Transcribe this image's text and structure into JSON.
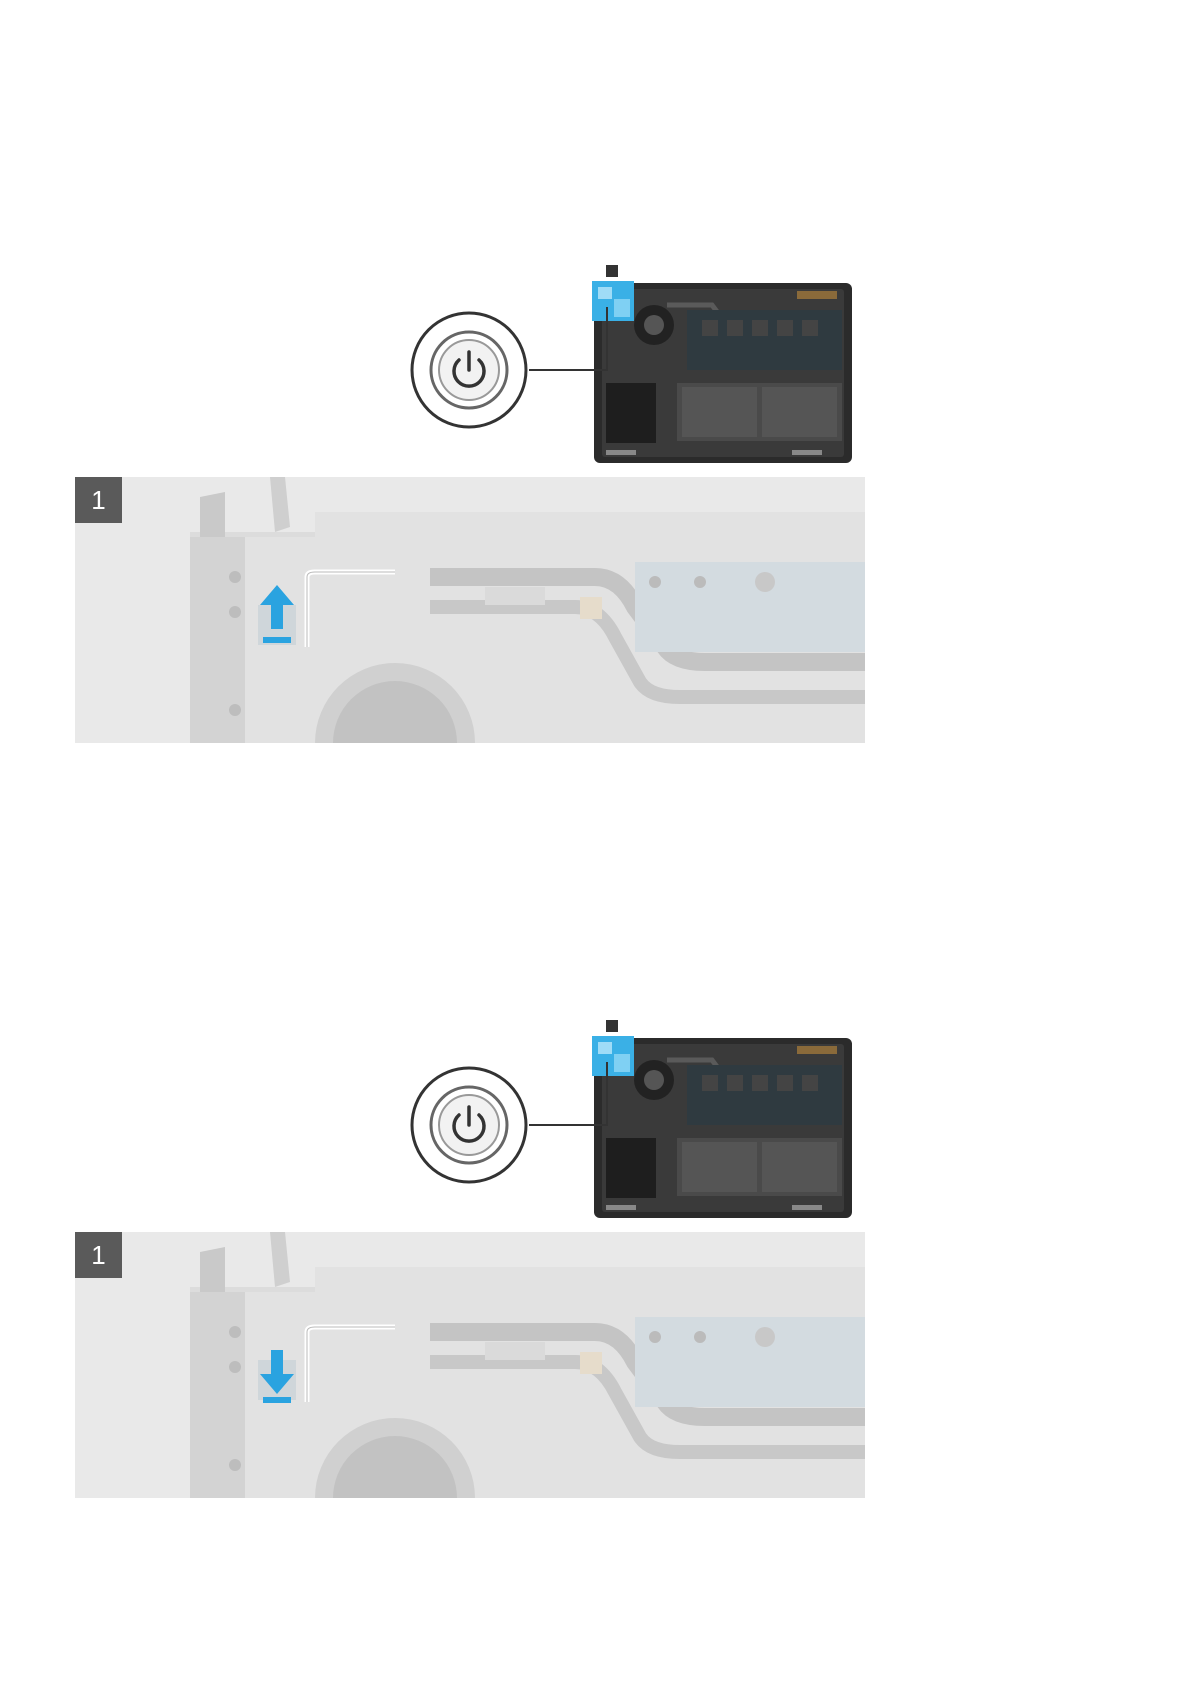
{
  "figures": [
    {
      "id": "removal",
      "step_label": "1",
      "arrow_direction": "up"
    },
    {
      "id": "installation",
      "step_label": "1",
      "arrow_direction": "down"
    }
  ],
  "colors": {
    "highlight": "#3ab0e6",
    "arrow": "#2aa3e0",
    "board": "#2b2b2b",
    "panel_bg": "#e9e9e9",
    "badge_bg": "#5a5a5a"
  },
  "icons": {
    "callout": "power-button-icon",
    "action_arrow": "lift-arrow-icon"
  }
}
